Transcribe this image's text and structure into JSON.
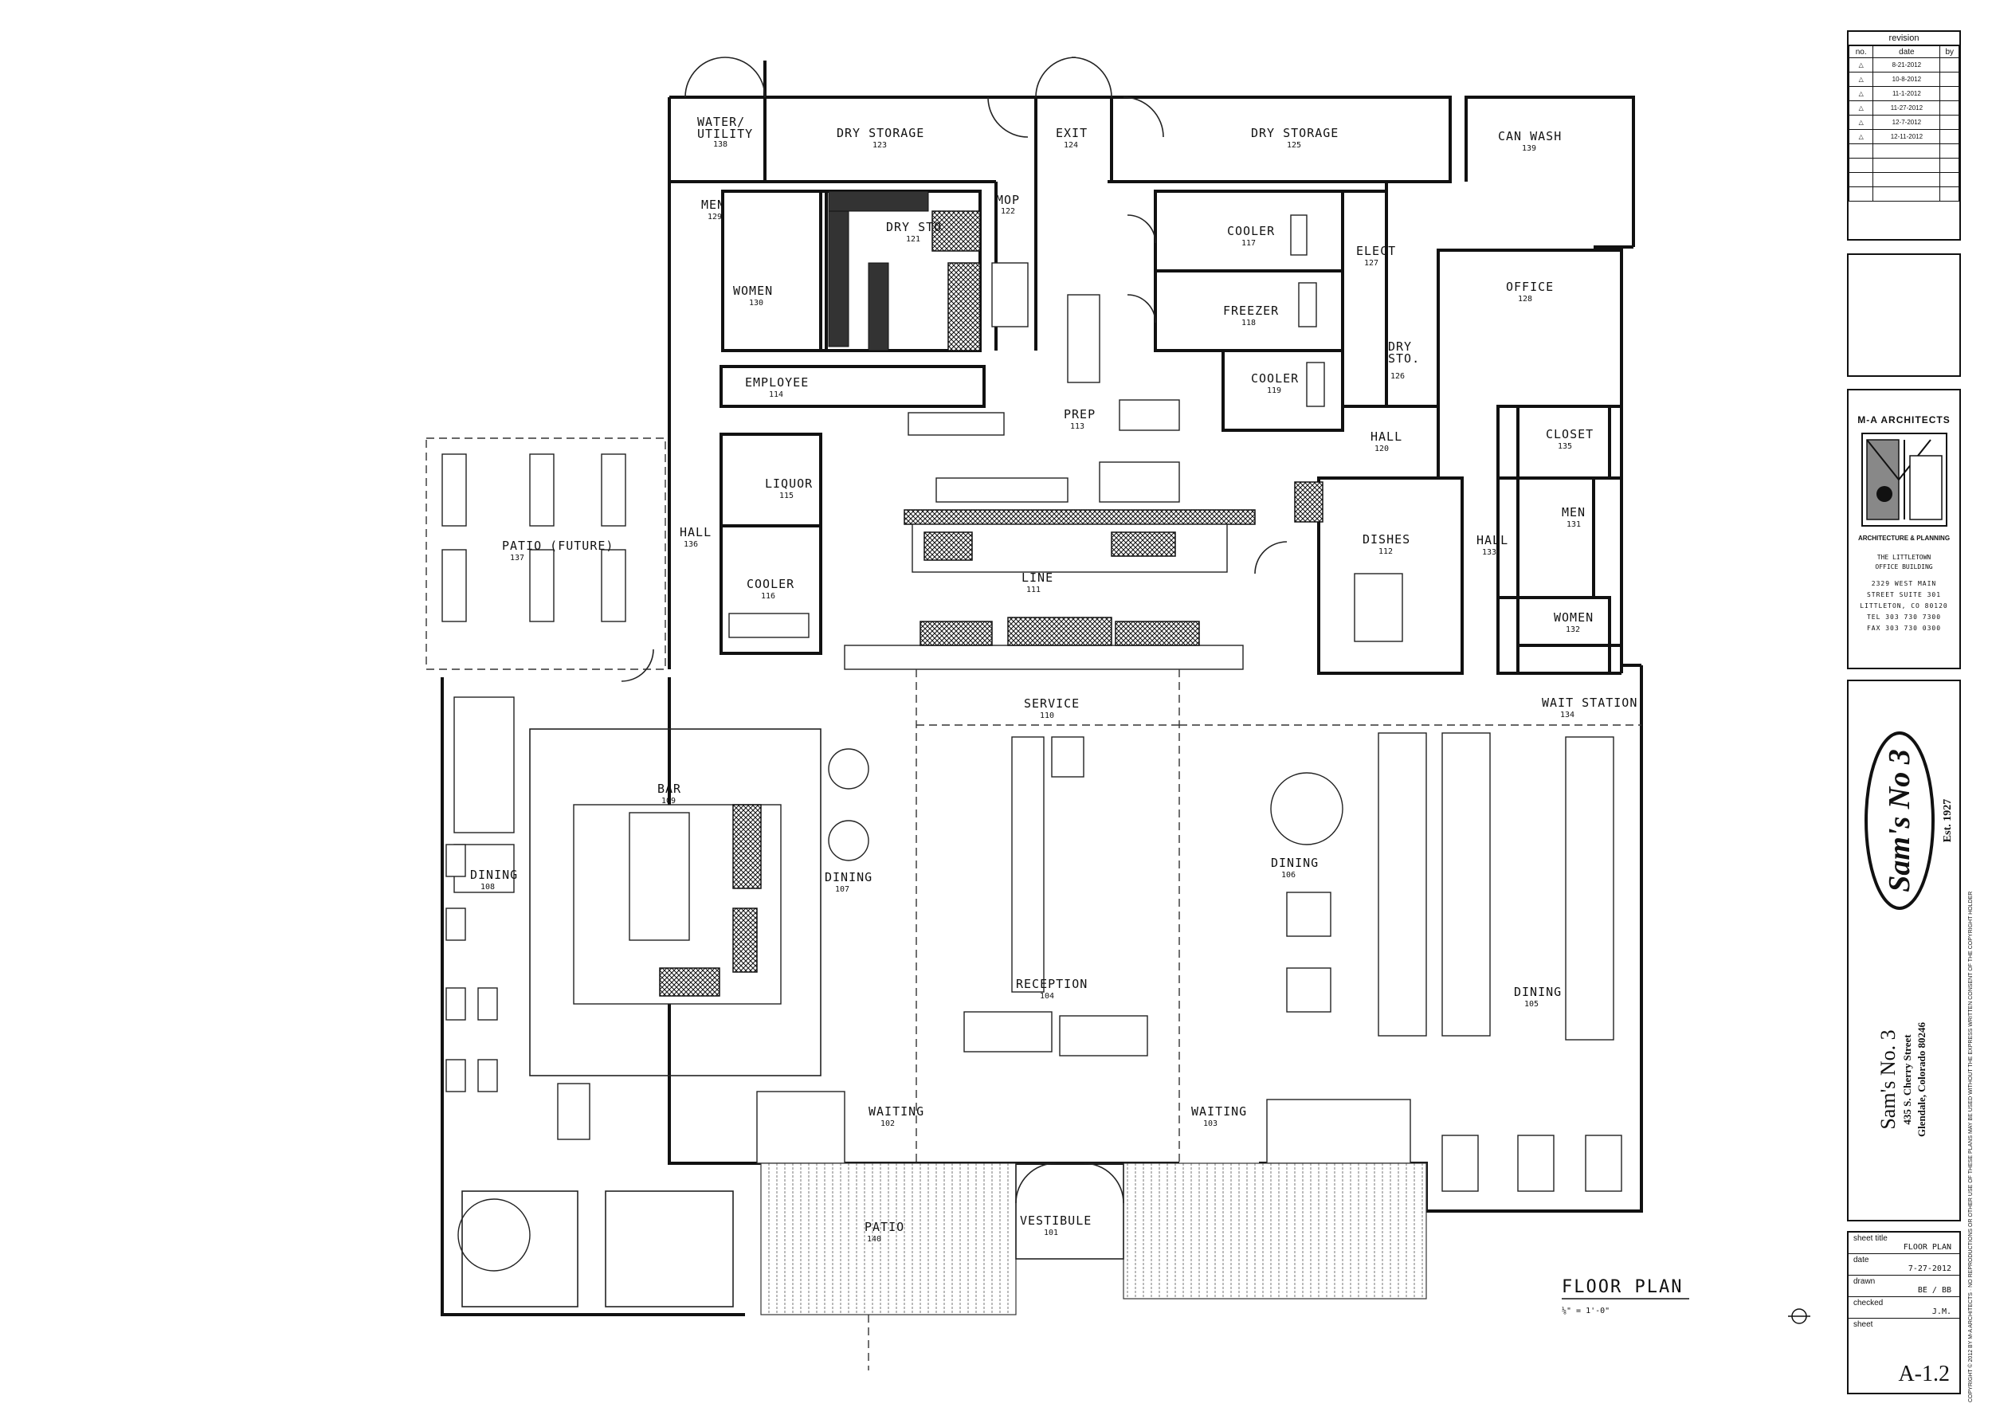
{
  "rooms": [
    {
      "id": "water",
      "label": "WATER/\nUTILITY",
      "num": "138"
    },
    {
      "id": "dry-storage-w",
      "label": "DRY STORAGE",
      "num": "123"
    },
    {
      "id": "exit",
      "label": "EXIT",
      "num": "124"
    },
    {
      "id": "dry-storage-e",
      "label": "DRY STORAGE",
      "num": "125"
    },
    {
      "id": "can-wash",
      "label": "CAN WASH",
      "num": "139"
    },
    {
      "id": "men-1",
      "label": "MEN",
      "num": "129"
    },
    {
      "id": "dry-sto-1",
      "label": "DRY STO",
      "num": "121"
    },
    {
      "id": "mop",
      "label": "MOP",
      "num": "122"
    },
    {
      "id": "women-1",
      "label": "WOMEN",
      "num": "130"
    },
    {
      "id": "cooler-1",
      "label": "COOLER",
      "num": "117"
    },
    {
      "id": "freezer",
      "label": "FREEZER",
      "num": "118"
    },
    {
      "id": "cooler-2",
      "label": "COOLER",
      "num": "119"
    },
    {
      "id": "elect",
      "label": "ELECT",
      "num": "127"
    },
    {
      "id": "dry-sto-2",
      "label": "DRY\nSTO.",
      "num": "126"
    },
    {
      "id": "office",
      "label": "OFFICE",
      "num": "128"
    },
    {
      "id": "employee",
      "label": "EMPLOYEE",
      "num": "114"
    },
    {
      "id": "prep",
      "label": "PREP",
      "num": "113"
    },
    {
      "id": "closet",
      "label": "CLOSET",
      "num": "135"
    },
    {
      "id": "liquor",
      "label": "LIQUOR",
      "num": "115"
    },
    {
      "id": "hall-1",
      "label": "HALL",
      "num": "120"
    },
    {
      "id": "men-2",
      "label": "MEN",
      "num": "131"
    },
    {
      "id": "hall-2",
      "label": "HALL",
      "num": "136"
    },
    {
      "id": "patio-future",
      "label": "PATIO (FUTURE)",
      "num": "137"
    },
    {
      "id": "dishes",
      "label": "DISHES",
      "num": "112"
    },
    {
      "id": "hall-3",
      "label": "HALL",
      "num": "133"
    },
    {
      "id": "cooler-3",
      "label": "COOLER",
      "num": "116"
    },
    {
      "id": "line",
      "label": "LINE",
      "num": "111"
    },
    {
      "id": "women-2",
      "label": "WOMEN",
      "num": "132"
    },
    {
      "id": "service",
      "label": "SERVICE",
      "num": "110"
    },
    {
      "id": "wait-station",
      "label": "WAIT STATION",
      "num": "134"
    },
    {
      "id": "bar",
      "label": "BAR",
      "num": "109"
    },
    {
      "id": "dining-w",
      "label": "DINING",
      "num": "108"
    },
    {
      "id": "dining-c",
      "label": "DINING",
      "num": "107"
    },
    {
      "id": "dining-ce",
      "label": "DINING",
      "num": "106"
    },
    {
      "id": "reception",
      "label": "RECEPTION",
      "num": "104"
    },
    {
      "id": "dining-e",
      "label": "DINING",
      "num": "105"
    },
    {
      "id": "waiting-w",
      "label": "WAITING",
      "num": "102"
    },
    {
      "id": "waiting-e",
      "label": "WAITING",
      "num": "103"
    },
    {
      "id": "vestibule",
      "label": "VESTIBULE",
      "num": "101"
    },
    {
      "id": "patio",
      "label": "PATIO",
      "num": "140"
    }
  ],
  "drawing_title": "FLOOR PLAN",
  "drawing_scale": "⅛\" = 1'-0\"",
  "revision": {
    "header": "revision",
    "columns": [
      "no.",
      "date",
      "by"
    ],
    "rows": [
      {
        "no": "△",
        "date": "8-21-2012",
        "by": ""
      },
      {
        "no": "△",
        "date": "10-8-2012",
        "by": ""
      },
      {
        "no": "△",
        "date": "11-1-2012",
        "by": ""
      },
      {
        "no": "△",
        "date": "11-27-2012",
        "by": ""
      },
      {
        "no": "△",
        "date": "12-7-2012",
        "by": ""
      },
      {
        "no": "△",
        "date": "12-11-2012",
        "by": ""
      },
      {
        "no": "",
        "date": "",
        "by": ""
      },
      {
        "no": "",
        "date": "",
        "by": ""
      },
      {
        "no": "",
        "date": "",
        "by": ""
      },
      {
        "no": "",
        "date": "",
        "by": ""
      }
    ]
  },
  "architect": {
    "name": "M-A ARCHITECTS",
    "tagline": "ARCHITECTURE & PLANNING",
    "building": "THE LITTLETOWN\nOFFICE BUILDING",
    "address": "2329 WEST MAIN\nSTREET SUITE 301\nLITTLETON, CO 80120\nTEL 303 730 7300\nFAX 303 730 0300"
  },
  "project": {
    "logo": "Sam's No 3",
    "est": "Est. 1927",
    "name": "Sam's No. 3",
    "street": "435 S. Cherry Street",
    "city": "Glendale, Colorado 80246"
  },
  "sheet": {
    "title_label": "sheet title",
    "title_value": "FLOOR PLAN",
    "date_label": "date",
    "date_value": "7-27-2012",
    "drawn_label": "drawn",
    "drawn_value": "BE / BB",
    "checked_label": "checked",
    "checked_value": "J.M.",
    "sheet_label": "sheet",
    "sheet_value": "A-1.2"
  },
  "copyright": "COPYRIGHT © 2012 BY M-A ARCHITECTS · NO REPRODUCTIONS OR OTHER USE OF THESE PLANS MAY BE USED WITHOUT THE EXPRESS WRITTEN CONSENT OF THE COPYRIGHT HOLDER"
}
